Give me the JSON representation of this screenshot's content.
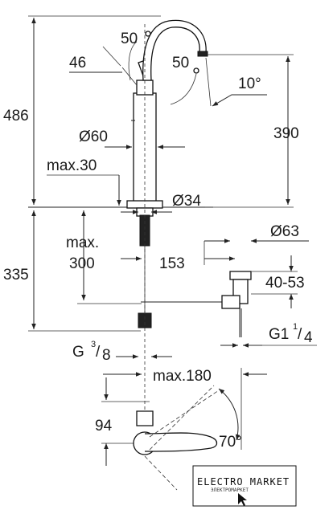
{
  "diagram": {
    "dimensions": {
      "total_height": "486",
      "spout_angle_top": "50",
      "spout_angle_right": "50",
      "handle_offset": "46",
      "spout_tilt": "10°",
      "spout_height": "390",
      "body_diameter": "Ø60",
      "max_deck_thickness_label": "max.30",
      "hole_diameter": "Ø34",
      "below_deck_height": "335",
      "max_pull_rod_label": "max.",
      "max_pull_rod_value": "300",
      "tail_offset": "153",
      "waste_diameter": "Ø63",
      "waste_range": "40-53",
      "waste_thread_main": "G1",
      "waste_thread_num": "1",
      "waste_thread_den": "4",
      "connection_thread_main": "G",
      "connection_thread_num": "3",
      "connection_thread_den": "8",
      "handle_reach": "max.180",
      "plan_offset": "94",
      "handle_rotation": "70°"
    },
    "watermark": {
      "title": "ELECTRO MARKET",
      "subtitle": "ЭЛЕКТРОМАРКЕТ"
    }
  }
}
